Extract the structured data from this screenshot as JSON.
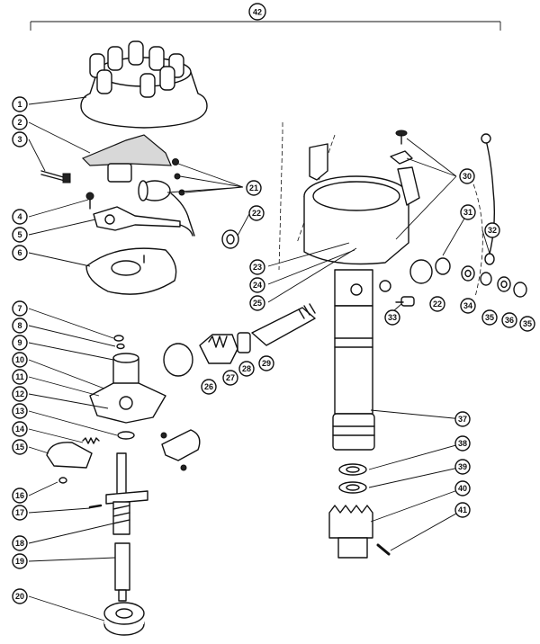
{
  "diagram": {
    "assembly_number": "42",
    "callouts": [
      "1",
      "2",
      "3",
      "4",
      "5",
      "6",
      "7",
      "8",
      "9",
      "10",
      "11",
      "12",
      "13",
      "14",
      "15",
      "16",
      "17",
      "18",
      "19",
      "20",
      "21",
      "22",
      "23",
      "24",
      "25",
      "26",
      "27",
      "28",
      "29",
      "30",
      "31",
      "32",
      "33",
      "34",
      "35",
      "36",
      "37",
      "38",
      "39",
      "40",
      "41"
    ],
    "duplicate_callouts": {
      "22b": "22",
      "35b": "35"
    }
  }
}
